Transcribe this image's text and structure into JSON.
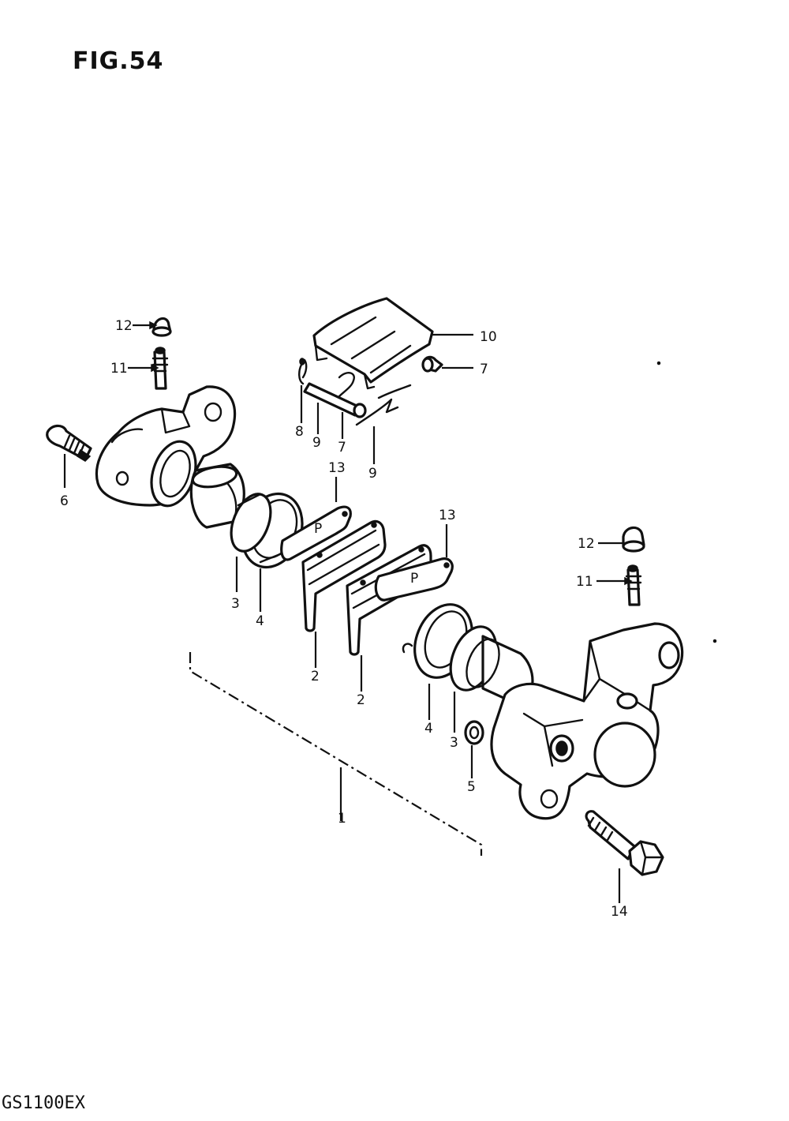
{
  "figure": {
    "title": "FIG.54",
    "model": "GS1100EX"
  },
  "callouts": [
    {
      "id": "c12a",
      "label": "12"
    },
    {
      "id": "c11a",
      "label": "11"
    },
    {
      "id": "c6",
      "label": "6"
    },
    {
      "id": "c3a",
      "label": "3"
    },
    {
      "id": "c4a",
      "label": "4"
    },
    {
      "id": "c10",
      "label": "10"
    },
    {
      "id": "c7a",
      "label": "7"
    },
    {
      "id": "c8",
      "label": "8"
    },
    {
      "id": "c9a",
      "label": "9"
    },
    {
      "id": "c7b",
      "label": "7"
    },
    {
      "id": "c9b",
      "label": "9"
    },
    {
      "id": "c13a",
      "label": "13"
    },
    {
      "id": "c13b",
      "label": "13"
    },
    {
      "id": "c2a",
      "label": "2"
    },
    {
      "id": "c2b",
      "label": "2"
    },
    {
      "id": "c12b",
      "label": "12"
    },
    {
      "id": "c11b",
      "label": "11"
    },
    {
      "id": "c4b",
      "label": "4"
    },
    {
      "id": "c3b",
      "label": "3"
    },
    {
      "id": "c5",
      "label": "5"
    },
    {
      "id": "c1",
      "label": "1"
    },
    {
      "id": "c14",
      "label": "14"
    }
  ],
  "pad_marks": [
    "P",
    "P"
  ]
}
